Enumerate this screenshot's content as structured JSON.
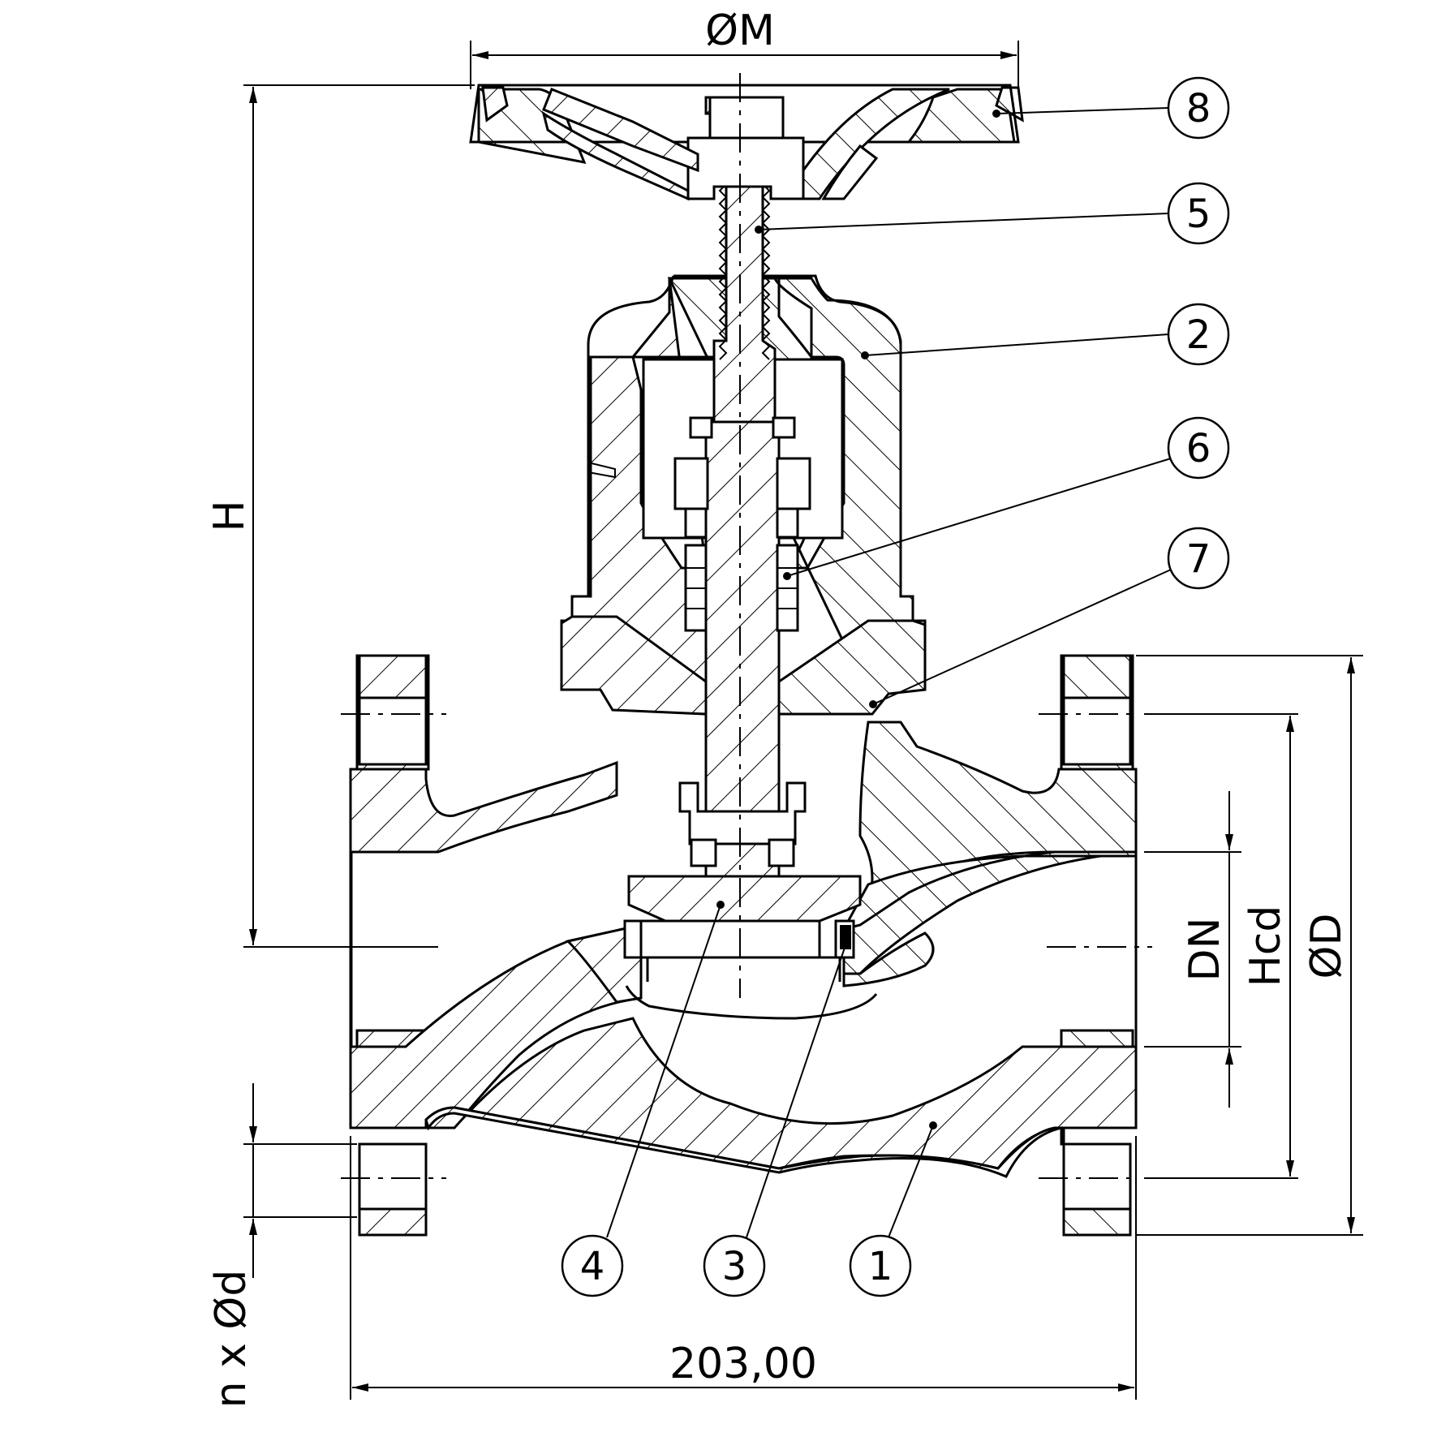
{
  "dimensions": {
    "handwheel_diameter": "ØM",
    "height": "H",
    "face_to_face": "203,00",
    "nominal_diameter": "DN",
    "bolt_circle": "Hcd",
    "flange_diameter": "ØD",
    "bolt_holes": "n x Ød"
  },
  "balloons": [
    "1",
    "2",
    "3",
    "4",
    "5",
    "6",
    "7",
    "8"
  ]
}
